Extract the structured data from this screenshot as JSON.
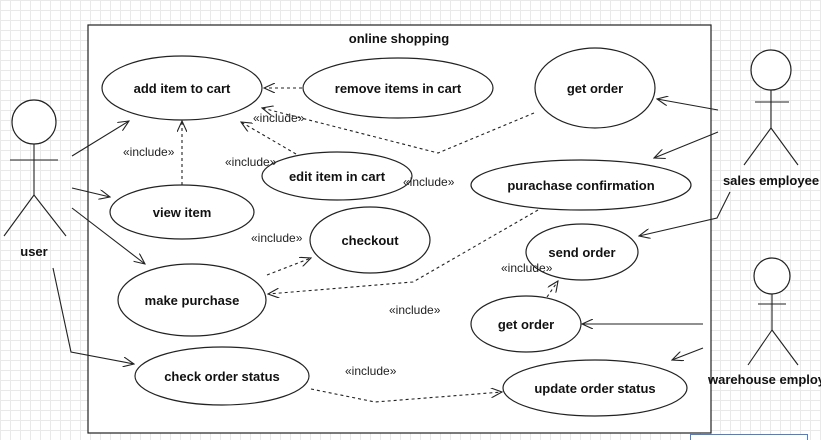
{
  "diagram": {
    "system_title": "online shopping",
    "actors": {
      "user": "user",
      "sales": "sales employee",
      "warehouse": "warehouse employee"
    },
    "use_cases": {
      "add_item": "add item to cart",
      "remove_items": "remove items in cart",
      "get_order_top": "get order",
      "edit_item": "edit item in cart",
      "purchase_confirmation": "purachase confirmation",
      "view_item": "view item",
      "checkout": "checkout",
      "send_order": "send order",
      "make_purchase": "make purchase",
      "get_order_bottom": "get order",
      "check_status": "check order status",
      "update_status": "update order status"
    },
    "include_label": "«include»"
  }
}
